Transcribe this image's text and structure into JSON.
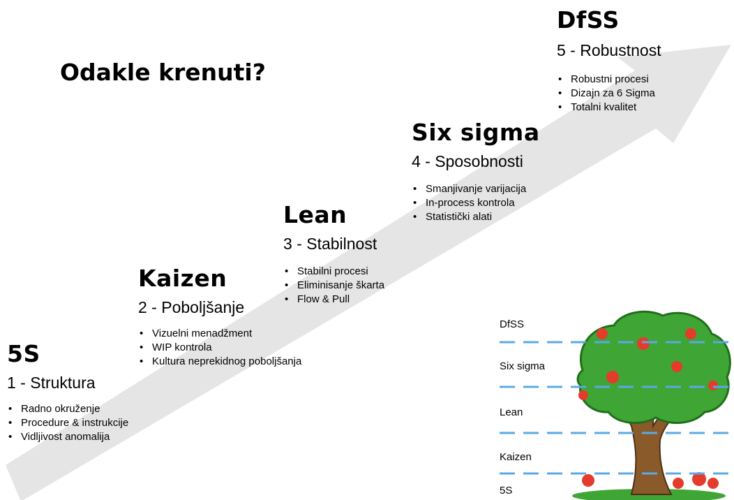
{
  "title": "Odakle krenuti?",
  "stages": [
    {
      "name": "5S",
      "subtitle": "1 - Struktura",
      "bullets": [
        "Radno okruženje",
        "Procedure & instrukcije",
        "Vidljivost anomalija"
      ]
    },
    {
      "name": "Kaizen",
      "subtitle": "2 - Poboljšanje",
      "bullets": [
        "Vizuelni menadžment",
        "WIP kontrola",
        "Kultura neprekidnog poboljšanja"
      ]
    },
    {
      "name": "Lean",
      "subtitle": "3 - Stabilnost",
      "bullets": [
        "Stabilni procesi",
        "Eliminisanje škarta",
        "Flow & Pull"
      ]
    },
    {
      "name": "Six sigma",
      "subtitle": "4 - Sposobnosti",
      "bullets": [
        "Smanjivanje varijacija",
        "In-process kontrola",
        "Statistički alati"
      ]
    },
    {
      "name": "DfSS",
      "subtitle": "5 - Robustnost",
      "bullets": [
        "Robustni  procesi",
        "Dizajn za 6 Sigma",
        "Totalni kvalitet"
      ]
    }
  ],
  "tree_levels": [
    "DfSS",
    "Six sigma",
    "Lean",
    "Kaizen",
    "5S"
  ],
  "colors": {
    "arrow": "#e5e5e5",
    "dashed_line": "#5aa9e6",
    "foliage": "#3fa535",
    "foliage_dark": "#1f6f1a",
    "trunk": "#8a5a2b",
    "apple": "#e53b2c"
  }
}
